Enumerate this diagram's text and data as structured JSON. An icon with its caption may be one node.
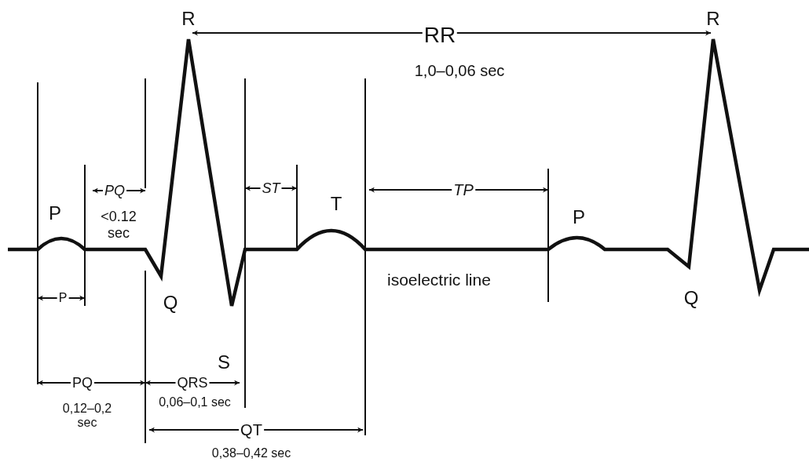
{
  "diagram": {
    "labels": [
      "R",
      "R",
      "RR",
      "1,0–0,06 sec",
      "P",
      "PQ",
      "<0.12 sec",
      "ST",
      "T",
      "TP",
      "P",
      "isoelectric line",
      "P",
      "Q",
      "S",
      "Q",
      "PQ",
      "QRS",
      "0,06–0,1 sec",
      "0,12–0,2 sec",
      "QT",
      "0,38–0,42 sec"
    ]
  }
}
